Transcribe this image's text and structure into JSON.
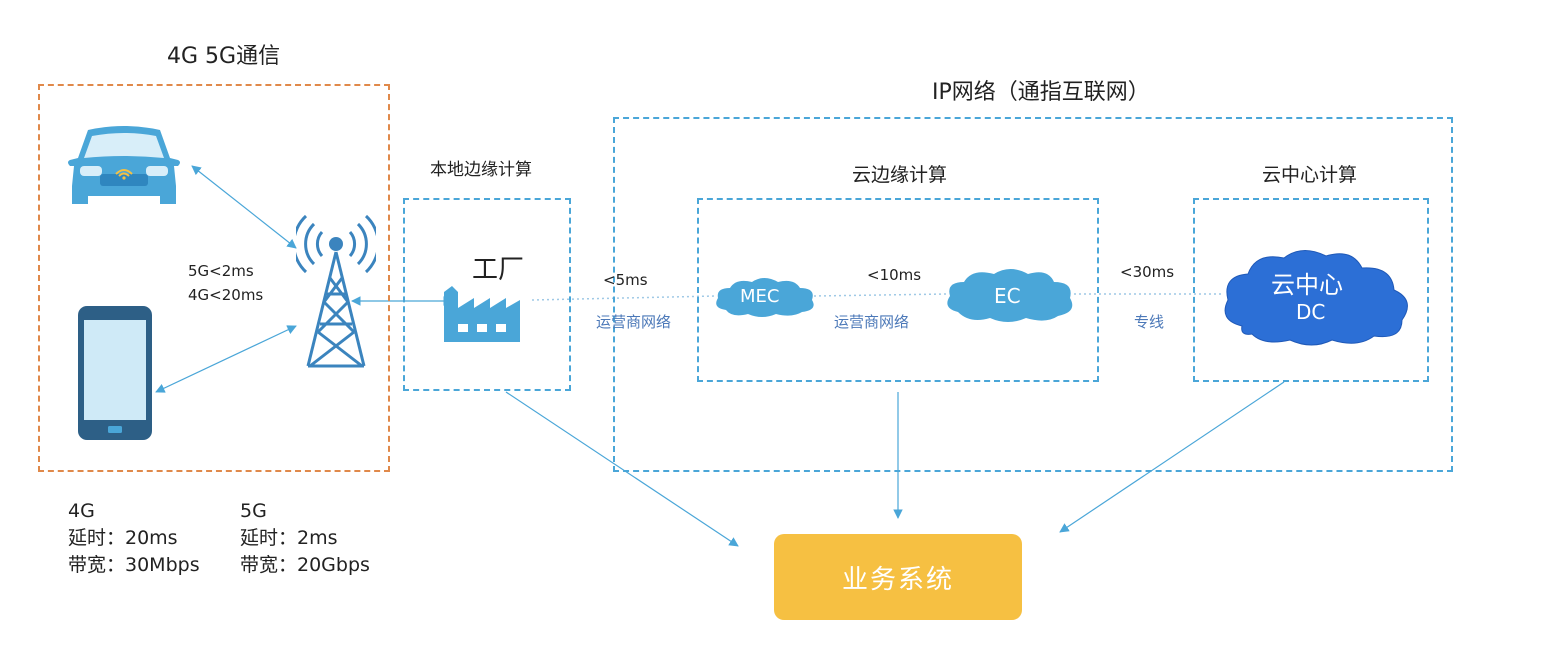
{
  "titles": {
    "comm": "4G  5G通信",
    "ip_network": "IP网络（通指互联网）",
    "local_edge": "本地边缘计算",
    "cloud_edge": "云边缘计算",
    "cloud_center": "云中心计算"
  },
  "latency_labels": {
    "g5": "5G<2ms",
    "g4": "4G<20ms",
    "to_factory": "<5ms",
    "mec_ec": "<10ms",
    "to_dc": "<30ms"
  },
  "network_labels": {
    "operator_1": "运营商网络",
    "operator_2": "运营商网络",
    "dedicated": "专线"
  },
  "nodes": {
    "factory": "工厂",
    "mec": "MEC",
    "ec": "EC",
    "dc_line1": "云中心",
    "dc_line2": "DC",
    "business": "业务系统"
  },
  "stats": {
    "g4": {
      "name": "4G",
      "delay": "延时：20ms",
      "bandwidth": "带宽：30Mbps"
    },
    "g5": {
      "name": "5G",
      "delay": "延时：2ms",
      "bandwidth": "带宽：20Gbps"
    }
  },
  "icons": [
    "car-icon",
    "phone-icon",
    "cell-tower-icon",
    "factory-icon",
    "mec-cloud-icon",
    "ec-cloud-icon",
    "dc-cloud-icon"
  ],
  "colors": {
    "orange_border": "#e0894a",
    "blue_border": "#4aa6d8",
    "icon_blue": "#4aa6d8",
    "dc_blue": "#2c6fd6",
    "business_fill": "#f6c042",
    "network_text": "#4b78b8"
  }
}
